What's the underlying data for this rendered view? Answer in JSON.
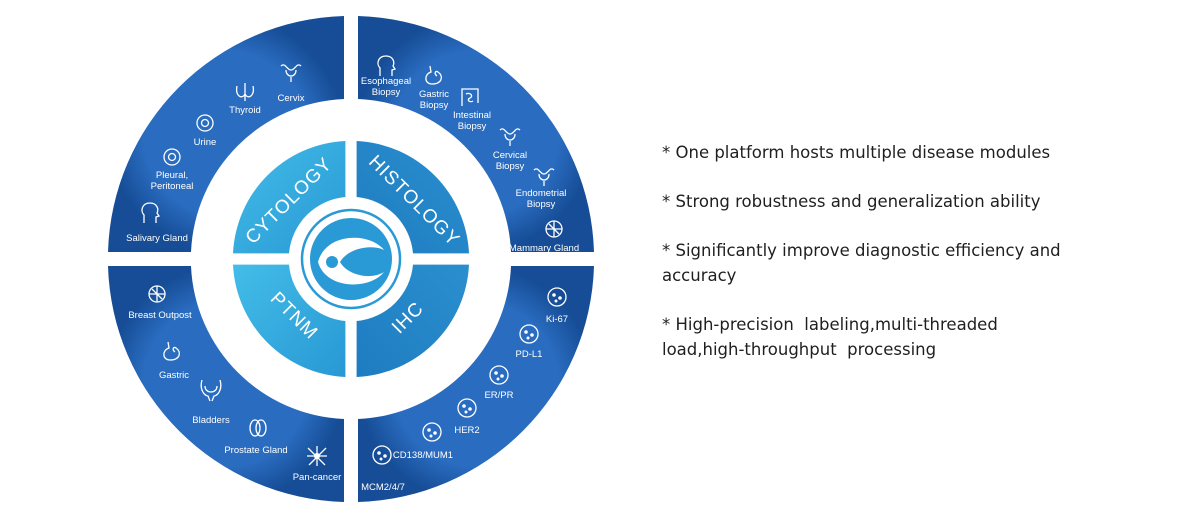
{
  "modules": {
    "top_left": "CYTOLOGY",
    "top_right": "HISTOLOGY",
    "bottom_left": "PTNM",
    "bottom_right": "IHC"
  },
  "cytology_items": [
    {
      "label": "Cervix",
      "icon": "uterus-icon"
    },
    {
      "label": "Thyroid",
      "icon": "thyroid-icon"
    },
    {
      "label": "Urine",
      "icon": "cell-icon"
    },
    {
      "label": "Pleural,",
      "label2": "Peritoneal",
      "icon": "cell-icon"
    },
    {
      "label": "Salivary Gland",
      "icon": "head-icon"
    }
  ],
  "histology_items": [
    {
      "label": "Esophageal",
      "label2": "Biopsy",
      "icon": "head-icon"
    },
    {
      "label": "Gastric",
      "label2": "Biopsy",
      "icon": "stomach-icon"
    },
    {
      "label": "Intestinal",
      "label2": "Biopsy",
      "icon": "intestine-icon"
    },
    {
      "label": "Cervical",
      "label2": "Biopsy",
      "icon": "uterus-icon"
    },
    {
      "label": "Endometrial",
      "label2": "Biopsy",
      "icon": "uterus-icon"
    },
    {
      "label": "Mammary Gland",
      "icon": "breast-icon"
    }
  ],
  "ptnm_items": [
    {
      "label": "Breast Outpost",
      "icon": "breast-icon"
    },
    {
      "label": "Gastric",
      "icon": "stomach-icon"
    },
    {
      "label": "Bladders",
      "icon": "bladder-icon"
    },
    {
      "label": "Prostate Gland",
      "icon": "prostate-icon"
    },
    {
      "label": "Pan-cancer",
      "icon": "cancer-cell-icon"
    }
  ],
  "ihc_items": [
    {
      "label": "Ki-67",
      "icon": "stained-cell-icon"
    },
    {
      "label": "PD-L1",
      "icon": "stained-cell-icon"
    },
    {
      "label": "ER/PR",
      "icon": "stained-cell-icon"
    },
    {
      "label": "HER2",
      "icon": "stained-cell-icon"
    },
    {
      "label": "CD138/MUM1",
      "icon": "stained-cell-icon"
    },
    {
      "label": "MCM2/4/7",
      "icon": "stained-cell-icon"
    }
  ],
  "bullets": [
    "* One platform hosts multiple disease modules",
    "* Strong robustness and generalization ability",
    "* Significantly improve diagnostic efficiency and\naccuracy",
    "* High-precision  labeling,multi-threaded\nload,high-throughput  processing"
  ],
  "colors": {
    "outer_ring": "#1f5fb0",
    "outer_ring_edge": "#174f98",
    "module_light": "#38b0e0",
    "module_dark": "#1f86c8",
    "center_logo": "#2a9ad6",
    "text_dark": "#1f1f1f"
  }
}
